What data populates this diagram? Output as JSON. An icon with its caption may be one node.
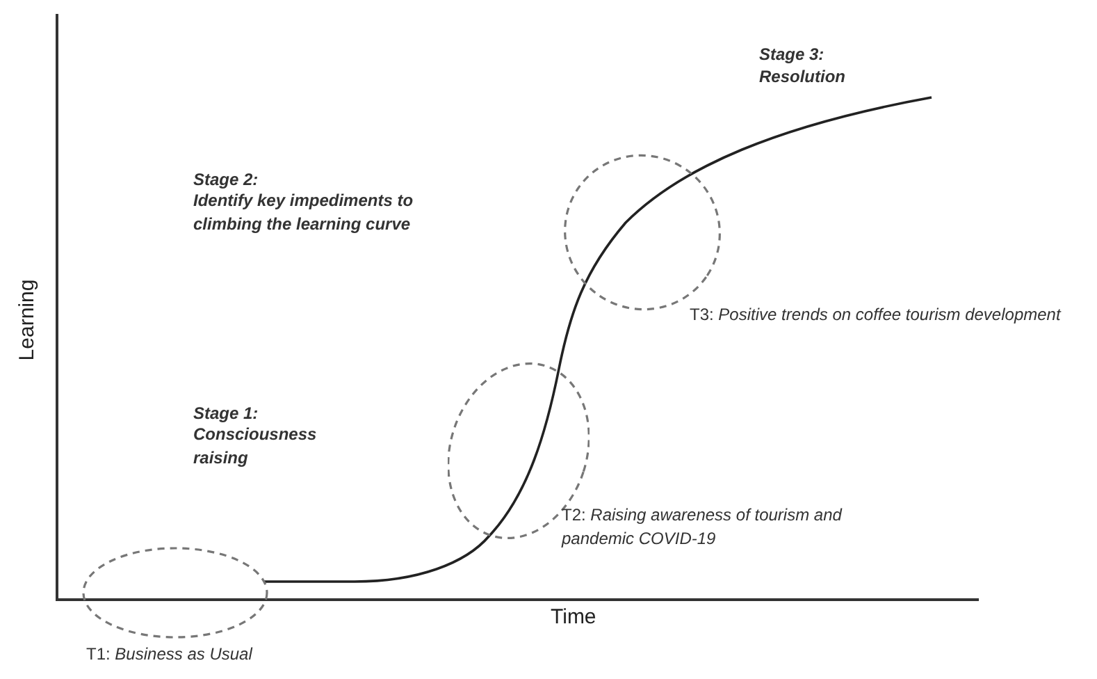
{
  "diagram": {
    "nodes": [
      {
        "text": [],
        "shape": "ellipse",
        "beside": [
          "T1: *Business as Usual*"
        ]
      },
      {
        "text": [],
        "shape": "ellipse",
        "beside": [
          "T2: *Raising awareness of tourism and pandemic COVID-19*"
        ]
      },
      {
        "text": [],
        "shape": "ellipse",
        "beside": [
          "T3: *Positive trends on coffee tourism development*"
        ]
      }
    ],
    "labels": [
      "Stage 3:",
      "Resolution",
      "Stage 2:",
      "Identify key impediments to climbing the learning curve",
      "Learning",
      "Stage 1:",
      "Consciousness raising",
      "Time"
    ]
  }
}
